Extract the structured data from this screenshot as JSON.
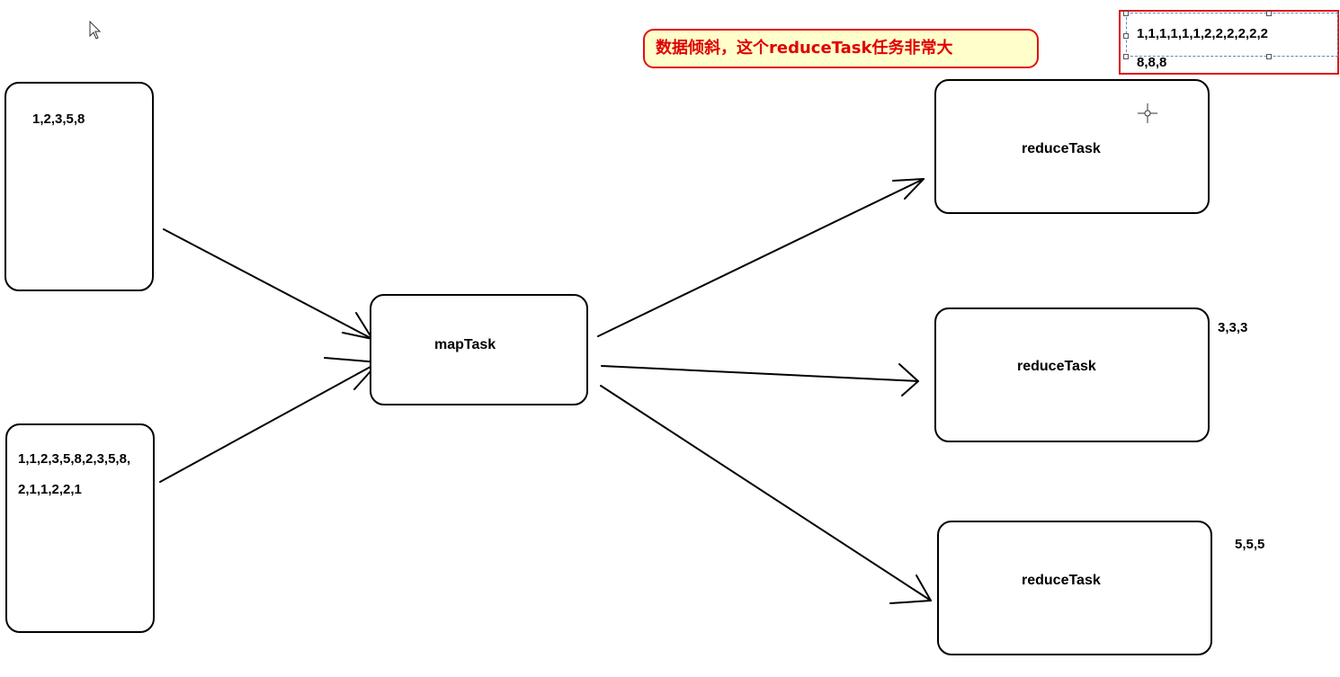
{
  "callout": {
    "text": "数据倾斜，这个reduceTask任务非常大"
  },
  "inputs": [
    {
      "label": "1,2,3,5,8"
    },
    {
      "label": "1,1,2,3,5,8,2,3,5,8,\n2,1,1,2,2,1"
    }
  ],
  "map_task": {
    "label": "mapTask"
  },
  "reduce_tasks": [
    {
      "label": "reduceTask",
      "values": "1,1,1,1,1,1,2,2,2,2,2,2\n8,8,8"
    },
    {
      "label": "reduceTask",
      "values": "3,3,3"
    },
    {
      "label": "reduceTask",
      "values": "5,5,5"
    }
  ],
  "colors": {
    "callout_border": "#e01010",
    "callout_fill": "#ffffcc",
    "callout_text": "#e00000",
    "line": "#000000"
  }
}
